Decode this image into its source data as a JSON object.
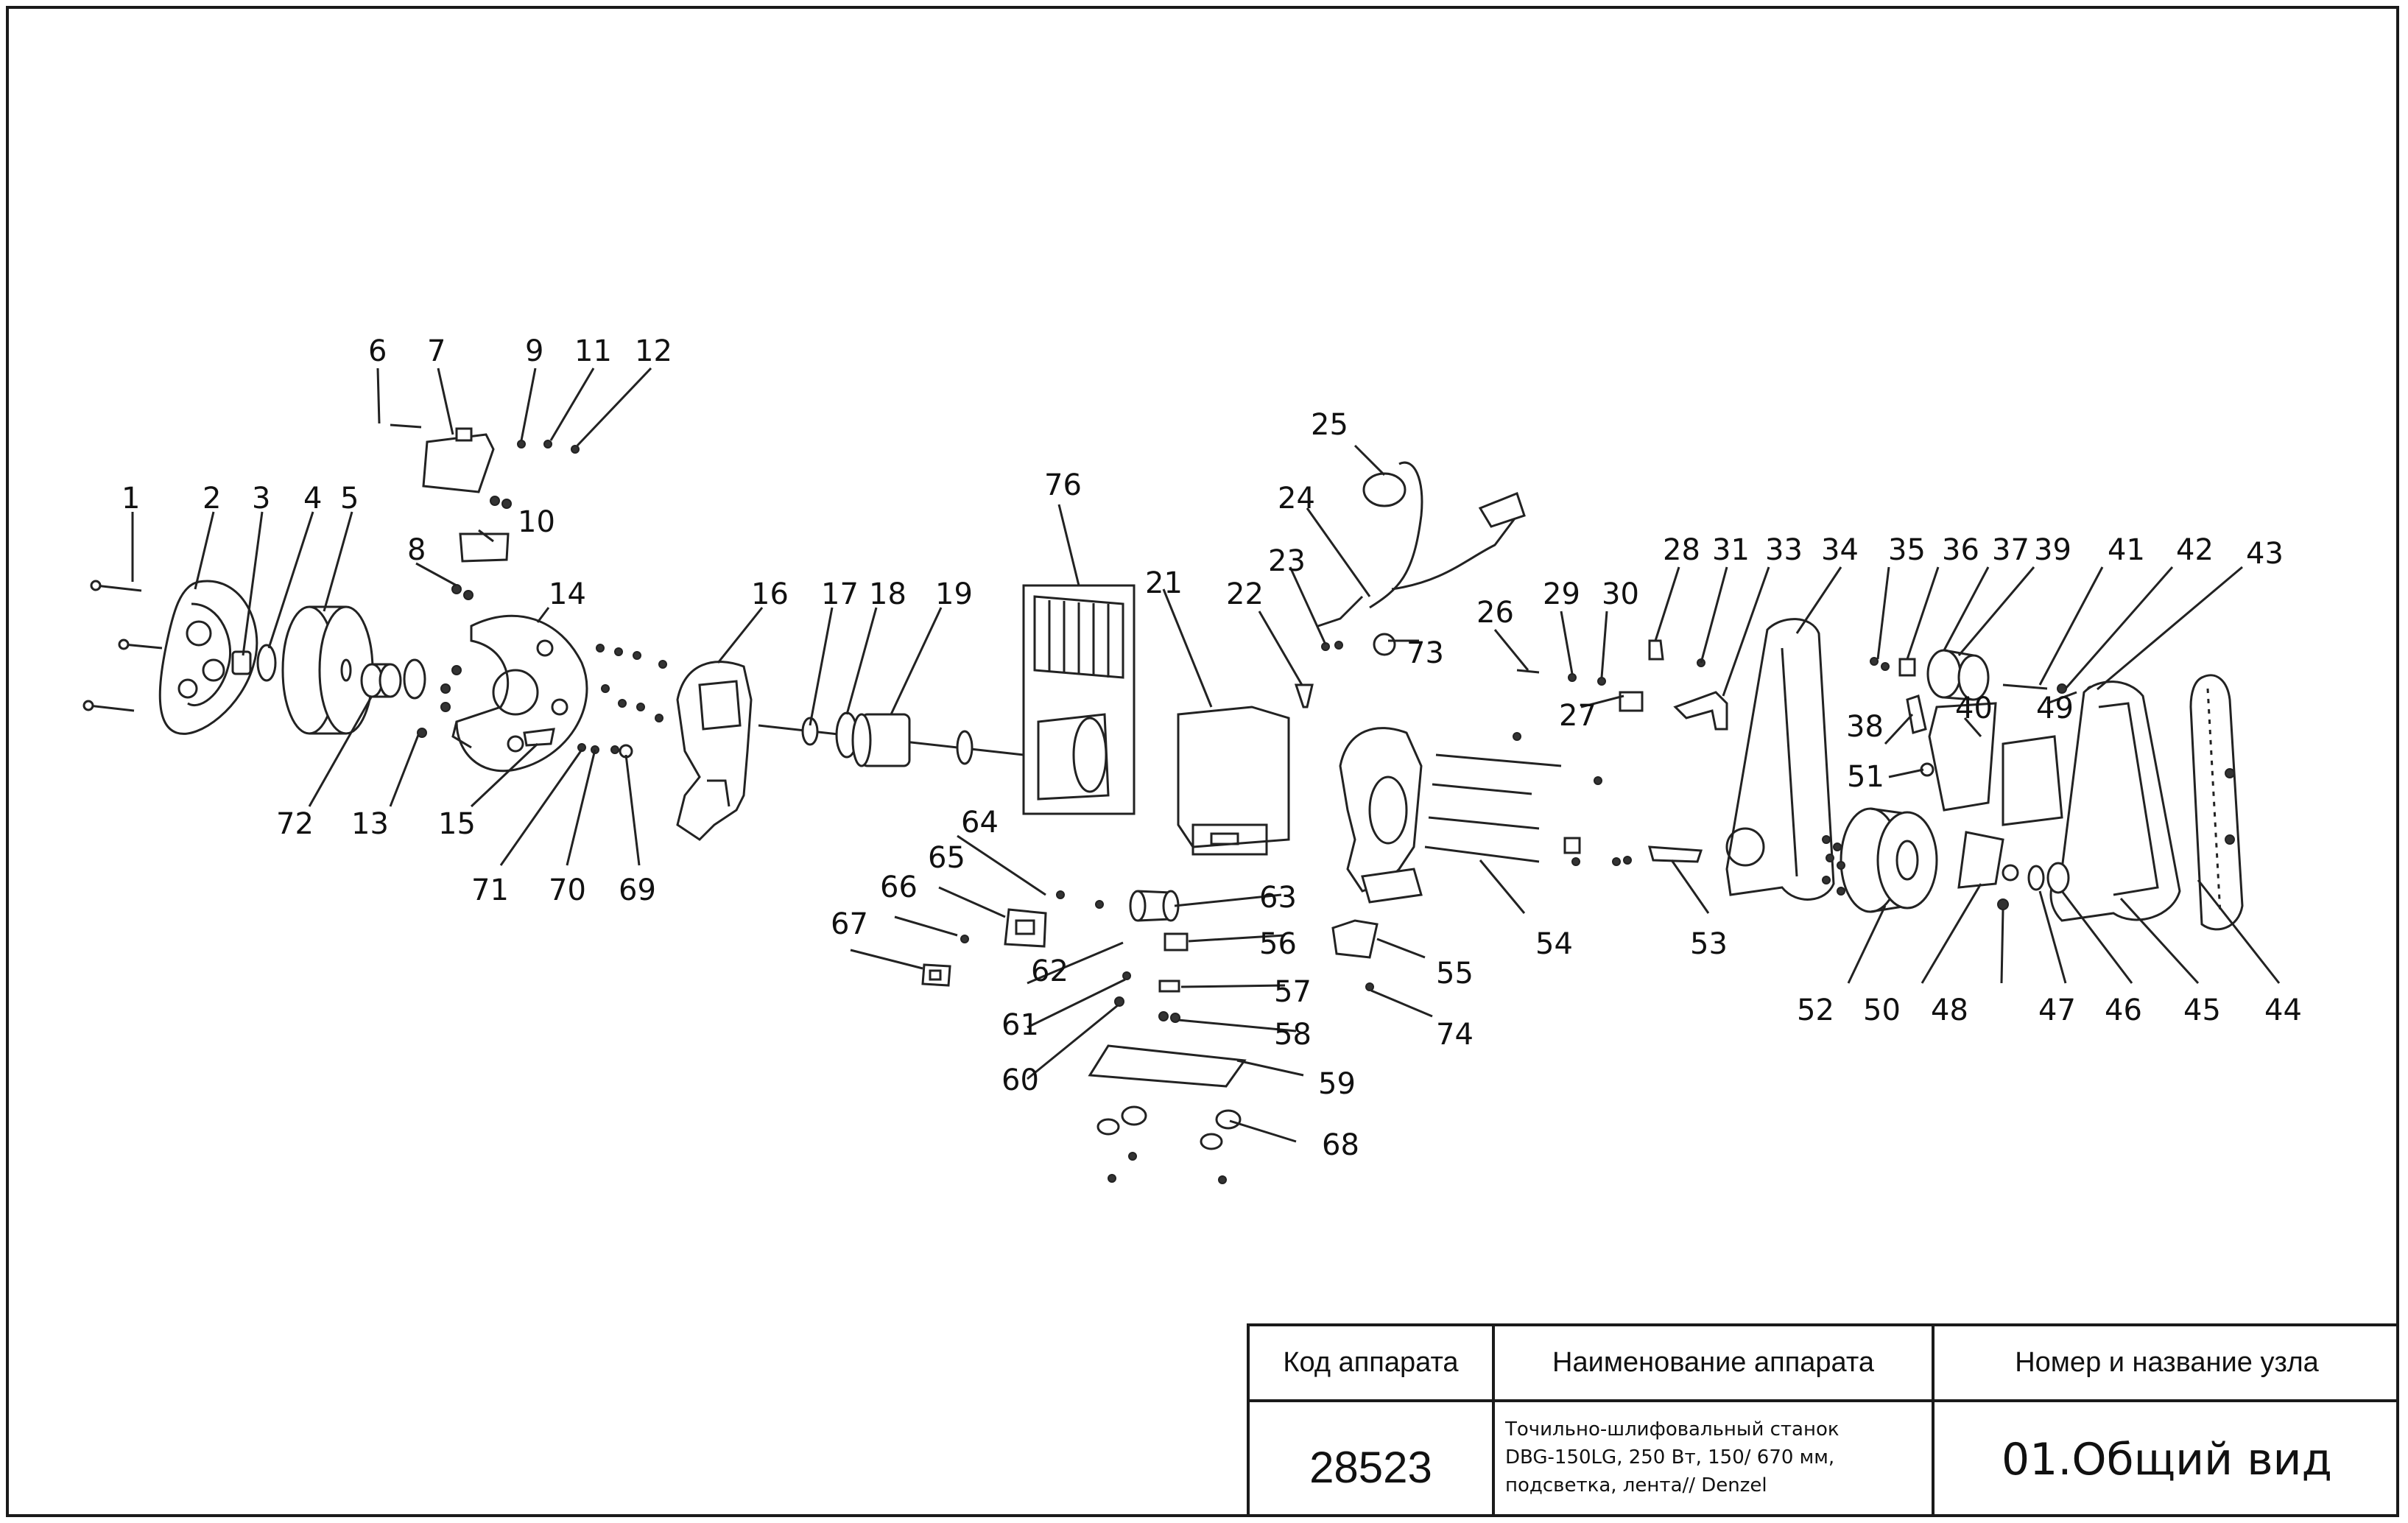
{
  "drawing": {
    "part_labels": [
      "1",
      "2",
      "3",
      "4",
      "5",
      "6",
      "7",
      "8",
      "9",
      "10",
      "11",
      "12",
      "13",
      "14",
      "15",
      "16",
      "17",
      "18",
      "19",
      "21",
      "22",
      "23",
      "24",
      "25",
      "26",
      "27",
      "28",
      "29",
      "30",
      "31",
      "33",
      "34",
      "35",
      "36",
      "37",
      "38",
      "39",
      "40",
      "41",
      "42",
      "43",
      "44",
      "45",
      "46",
      "47",
      "48",
      "49",
      "50",
      "51",
      "52",
      "53",
      "54",
      "55",
      "56",
      "57",
      "58",
      "59",
      "60",
      "61",
      "62",
      "63",
      "64",
      "65",
      "66",
      "67",
      "68",
      "69",
      "70",
      "71",
      "72",
      "73",
      "74",
      "76"
    ]
  },
  "title_block": {
    "headers": {
      "code": "Код аппарата",
      "name": "Наименование аппарата",
      "unit": "Номер и название узла"
    },
    "code_value": "28523",
    "name_value": "Точильно-шлифовальный станок\nDBG-150LG, 250 Вт, 150/ 670 мм,\nподсветка, лента// Denzel",
    "unit_value": "01.Общий вид"
  }
}
